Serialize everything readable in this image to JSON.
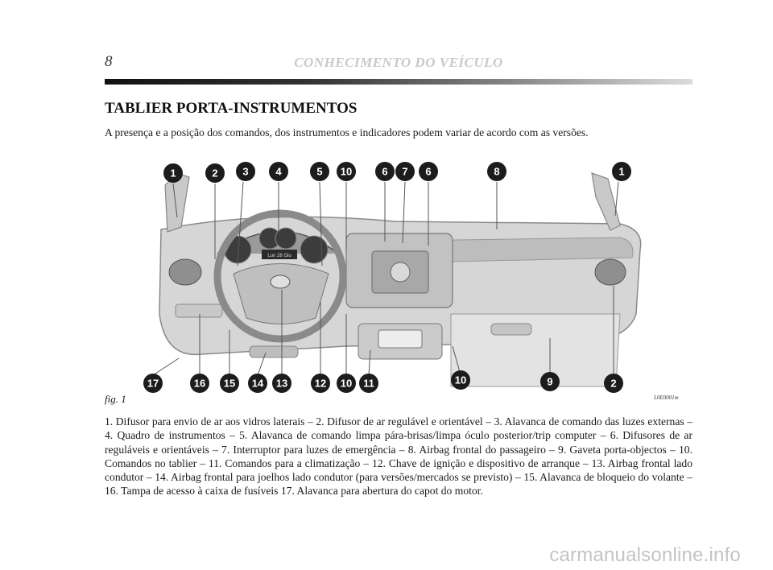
{
  "header": {
    "page_number": "8",
    "running_title": "CONHECIMENTO DO VEÍCULO"
  },
  "section": {
    "title": "TABLIER PORTA-INSTRUMENTOS",
    "intro": "A presença e a posição dos comandos, dos instrumentos e indicadores podem variar de acordo com as versões."
  },
  "figure": {
    "label": "fig. 1",
    "code": "L0E0001m",
    "display_text": "Lun 28 Giu",
    "callouts_top": [
      "1",
      "2",
      "3",
      "4",
      "5",
      "10",
      "6",
      "7",
      "6",
      "8",
      "1"
    ],
    "callouts_bottom": [
      "17",
      "16",
      "15",
      "14",
      "13",
      "12",
      "10",
      "11",
      "10",
      "9",
      "2"
    ]
  },
  "legend": "1. Difusor para envio de ar aos vidros laterais – 2. Difusor de ar regulável e orientável – 3. Alavanca de comando das luzes externas – 4. Quadro de instrumentos – 5. Alavanca de comando limpa pára-brisas/limpa óculo posterior/trip computer – 6. Difusores de ar reguláveis e orientáveis – 7. Interruptor para luzes de emergência – 8. Airbag frontal do passageiro – 9. Gaveta porta-objectos – 10. Comandos no tablier – 11. Comandos para a climatização – 12. Chave de ignição e dispositivo de arranque – 13. Airbag frontal lado condutor – 14. Airbag frontal para joelhos lado condutor (para versões/mercados se previsto) – 15. Alavanca de bloqueio do volante – 16. Tampa de acesso à caixa de fusíveis 17. Alavanca para abertura do capot do motor.",
  "watermark": "carmanualsonline.info"
}
